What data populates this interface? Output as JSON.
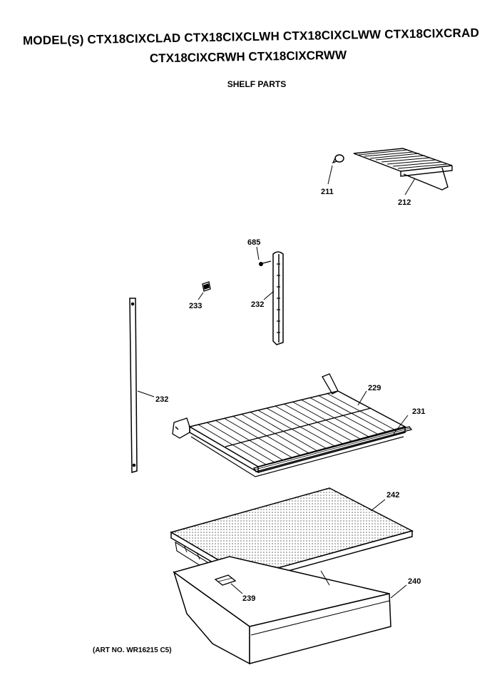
{
  "header": {
    "models_line1": "MODEL(S) CTX18CIXCLAD CTX18CIXCLWH CTX18CIXCLWW CTX18CIXCRAD",
    "models_line2": "CTX18CIXCRWH CTX18CIXCRWW",
    "section_title": "SHELF PARTS"
  },
  "art_number": "(ART NO. WR16215 C5)",
  "callouts": {
    "p211": "211",
    "p212": "212",
    "p685": "685",
    "p233": "233",
    "p232_right": "232",
    "p232_left": "232",
    "p229": "229",
    "p231": "231",
    "p242": "242",
    "p240": "240",
    "p239": "239"
  }
}
